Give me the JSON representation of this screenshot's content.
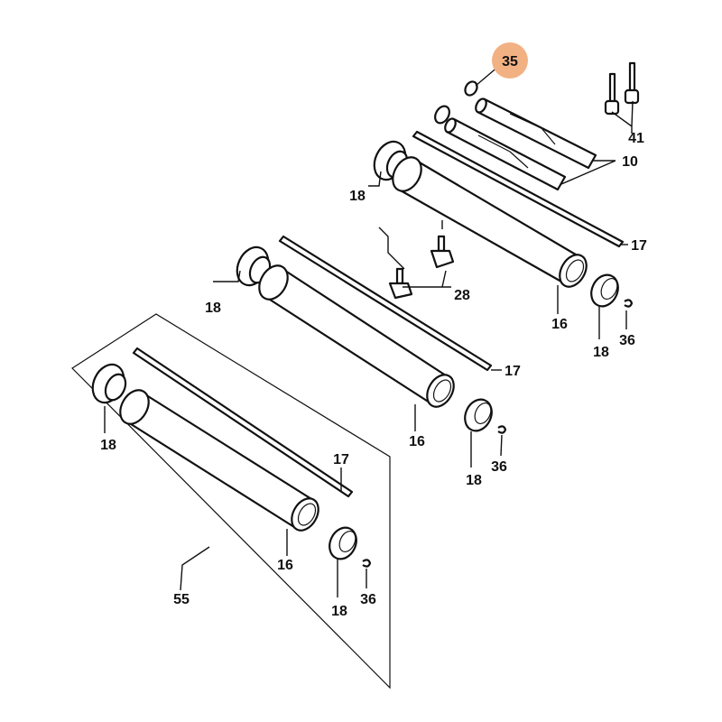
{
  "diagram": {
    "highlight_color": "#F2B183",
    "callouts": {
      "c35": "35",
      "c41": "41",
      "c10": "10",
      "c17a": "17",
      "c17b": "17",
      "c17c": "17",
      "c18a": "18",
      "c18b": "18",
      "c18c": "18",
      "c18d": "18",
      "c18e": "18",
      "c18f": "18",
      "c28": "28",
      "c16a": "16",
      "c16b": "16",
      "c16c": "16",
      "c36a": "36",
      "c36b": "36",
      "c36c": "36",
      "c55": "55"
    }
  }
}
